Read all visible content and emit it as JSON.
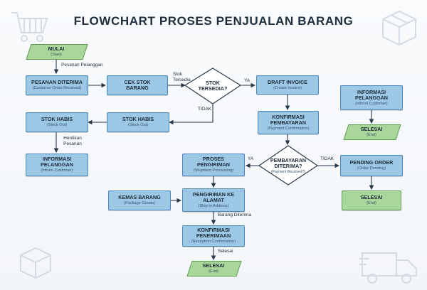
{
  "title": "FLOWCHART PROSES PENJUALAN BARANG",
  "nodes": {
    "mulai": {
      "main": "MULAI",
      "sub": "(Start)"
    },
    "pesanan": {
      "main": "PESANAN DITERIMA",
      "sub": "(Customer Order Received)"
    },
    "cek": {
      "main": "CEK STOK BARANG",
      "sub": ""
    },
    "stok_q": {
      "main": "STOK TERSEDIA?",
      "sub": ""
    },
    "draft": {
      "main": "DRAFT INVOICE",
      "sub": "(Create Invoice)"
    },
    "konfirm_bayar": {
      "main": "KONFIRMASI PEMBAYARAN",
      "sub": "(Payment Confirmation)"
    },
    "stok_habis_mid": {
      "main": "STOK HABIS",
      "sub": "(Stock Out)"
    },
    "stok_habis_left": {
      "main": "STOK HABIS",
      "sub": "(Stock Out)"
    },
    "info_left": {
      "main": "INFORMASI PELANGGAN",
      "sub": "(Inform Customer)"
    },
    "info_right": {
      "main": "INFORMASI PELANGGAN",
      "sub": "(Inform Customer)"
    },
    "selesai_top": {
      "main": "SELESAI",
      "sub": "(End)"
    },
    "bayar_q": {
      "main": "PEMBAYARAN DITERIMA?",
      "sub": "(Payment Received?)"
    },
    "proses": {
      "main": "PROSES PENGIRIMAN",
      "sub": "(Shipment Processing)"
    },
    "pending": {
      "main": "PENDING ORDER",
      "sub": "(Order Pending)"
    },
    "selesai_mid": {
      "main": "SELESAI",
      "sub": "(End)"
    },
    "kemas": {
      "main": "KEMAS BARANG",
      "sub": "(Package Goods)"
    },
    "kirim": {
      "main": "PENGIRIMAN KE ALAMAT",
      "sub": "(Ship to Address)"
    },
    "konfirm_terima": {
      "main": "KONFIRMASI PENERIMAAN",
      "sub": "(Reception Confirmation)"
    },
    "selesai_bottom": {
      "main": "SELESAI",
      "sub": "(End)"
    }
  },
  "edges": {
    "pesanan_pelanggan": "Pesanan Pelanggan",
    "stok_tersedia": "Stok Tersedia",
    "ya1": "YA",
    "tidak1": "TIDAK",
    "hentikan": "Hentikan Pesanan",
    "ya2": "YA",
    "tidak2": "TIDAK",
    "barang_diterima": "Barang Diterima",
    "selesai": "Selesai"
  },
  "icons": {
    "top_left": "shopping-cart-icon",
    "top_right": "package-box-icon",
    "bottom_left": "package-box-icon",
    "bottom_right": "delivery-truck-icon"
  },
  "colors": {
    "process_fill": "#9cc8e6",
    "process_border": "#4a86b6",
    "terminal_fill": "#a9d79a",
    "terminal_border": "#5d9b55",
    "arrow": "#2a3a4a"
  }
}
